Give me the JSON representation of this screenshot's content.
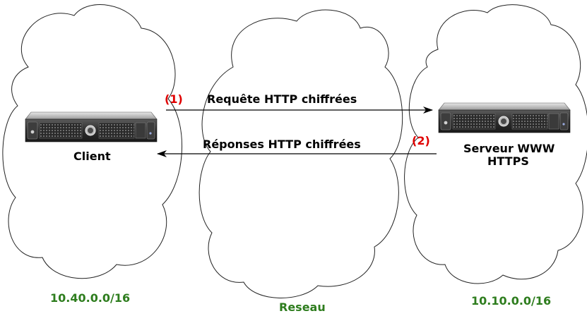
{
  "client": {
    "label": "Client",
    "network": "10.40.0.0/16"
  },
  "server": {
    "label_line1": "Serveur WWW",
    "label_line2": "HTTPS",
    "network": "10.10.0.0/16"
  },
  "network": {
    "label": "Reseau"
  },
  "request": {
    "step": "(1)",
    "label": "Requête HTTP chiffrées"
  },
  "response": {
    "step": "(2)",
    "label": "Réponses HTTP chiffrées"
  },
  "colors": {
    "step": "#e00000",
    "network_label": "#2e7d1e",
    "text": "#000000"
  },
  "icons": {
    "client": "rack-server-icon",
    "server": "rack-server-icon"
  }
}
